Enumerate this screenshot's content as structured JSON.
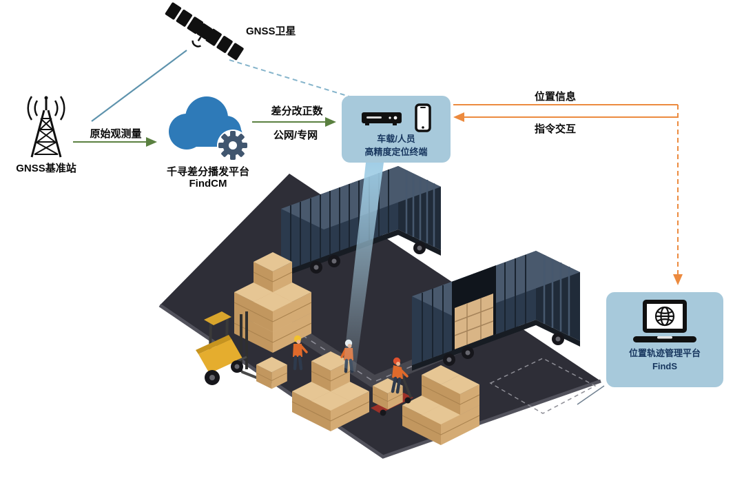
{
  "diagram": {
    "description": "GNSS high-precision positioning architecture over a container logistics yard"
  },
  "nodes": {
    "satellite": {
      "label": "GNSS卫星",
      "icon": "satellite-icon"
    },
    "base_station": {
      "label": "GNSS基准站",
      "icon": "radio-tower-icon"
    },
    "cloud_platform": {
      "title": "千寻差分播发平台",
      "subtitle": "FindCM",
      "icon": "cloud-gear-icon"
    },
    "terminal": {
      "line1": "车载/人员",
      "line2": "高精度定位终端",
      "icons": [
        "gnss-receiver-icon",
        "smartphone-icon"
      ]
    },
    "management_platform": {
      "title": "位置轨迹管理平台",
      "subtitle": "FindS",
      "icon": "laptop-globe-icon"
    }
  },
  "edges": {
    "raw_observation": "原始观测量",
    "diff_correction_line1": "差分改正数",
    "diff_correction_line2": "公网/专网",
    "position_info": "位置信息",
    "command_interaction": "指令交互"
  },
  "colors": {
    "node_box_bg": "#a7c9db",
    "node_text": "#17365e",
    "arrow_green": "#5a8040",
    "arrow_orange": "#ec8a3e",
    "line_blue": "#5e93ad",
    "line_blue_light": "#85b4cb",
    "cloud_blue": "#2e7ab8",
    "gear_slate": "#41566f",
    "floor_dark": "#2e2e37",
    "container_front": "#2b3a4d",
    "container_top": "#49596d",
    "container_end": "#202b39",
    "crate_top": "#e6c694",
    "crate_left": "#c2975f",
    "crate_right": "#d4ab74",
    "forklift_yellow": "#e5ad2e",
    "vest_orange": "#e06a2b"
  }
}
